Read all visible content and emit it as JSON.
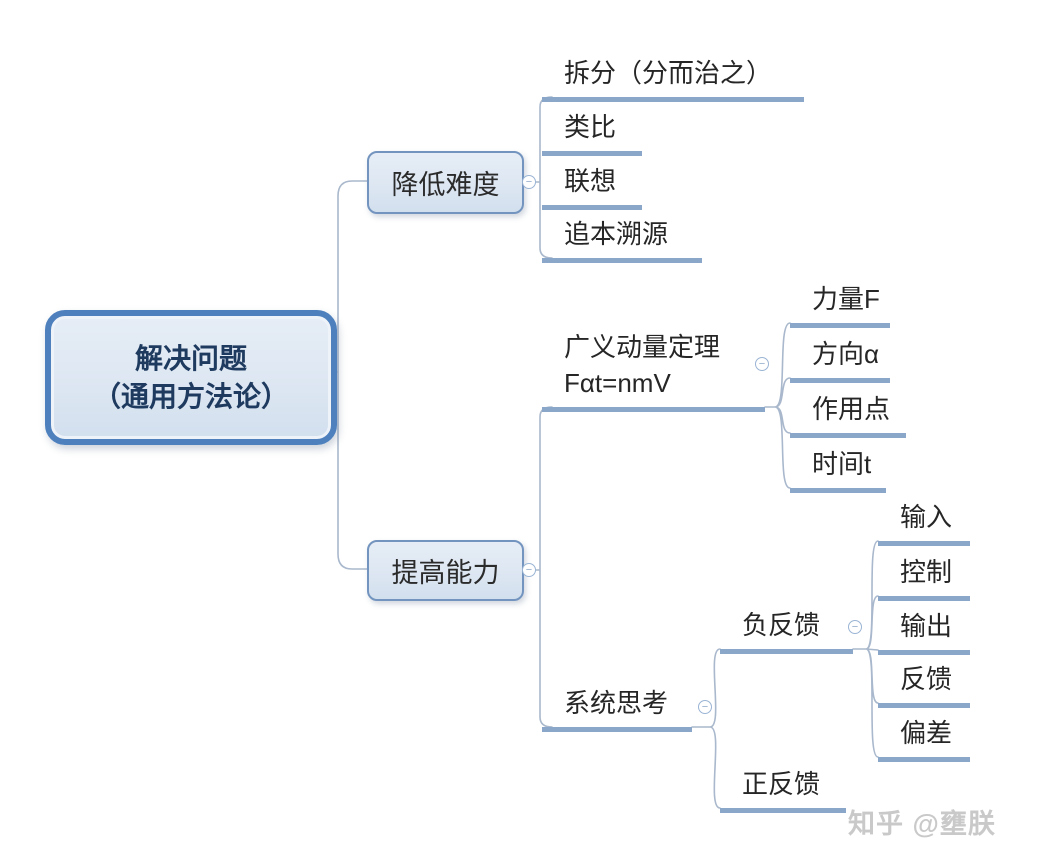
{
  "mindmap": {
    "root": {
      "label_line1": "解决问题",
      "label_line2": "（通用方法论）"
    },
    "branches": [
      {
        "label": "降低难度",
        "children": [
          {
            "label": "拆分（分而治之）"
          },
          {
            "label": "类比"
          },
          {
            "label": "联想"
          },
          {
            "label": "追本溯源"
          }
        ]
      },
      {
        "label": "提高能力",
        "children": [
          {
            "label_line1": "广义动量定理",
            "label_line2": "Fαt=nmV",
            "children": [
              {
                "label": "力量F"
              },
              {
                "label": "方向α"
              },
              {
                "label": "作用点"
              },
              {
                "label": "时间t"
              }
            ]
          },
          {
            "label": "系统思考",
            "children": [
              {
                "label": "负反馈",
                "children": [
                  {
                    "label": "输入"
                  },
                  {
                    "label": "控制"
                  },
                  {
                    "label": "输出"
                  },
                  {
                    "label": "反馈"
                  },
                  {
                    "label": "偏差"
                  }
                ]
              },
              {
                "label": "正反馈"
              }
            ]
          }
        ]
      }
    ]
  },
  "icons": {
    "collapse_glyph": "−"
  },
  "watermark": "知乎 @壅朕",
  "colors": {
    "node_fill": "#dce6f2",
    "root_border": "#4d80bd",
    "branch_border": "#7394be",
    "underline": "#8aa6c9",
    "connector": "#a9b8cc",
    "text": "#262626",
    "root_text": "#1e3a5f",
    "watermark": "#c9c9c9"
  }
}
